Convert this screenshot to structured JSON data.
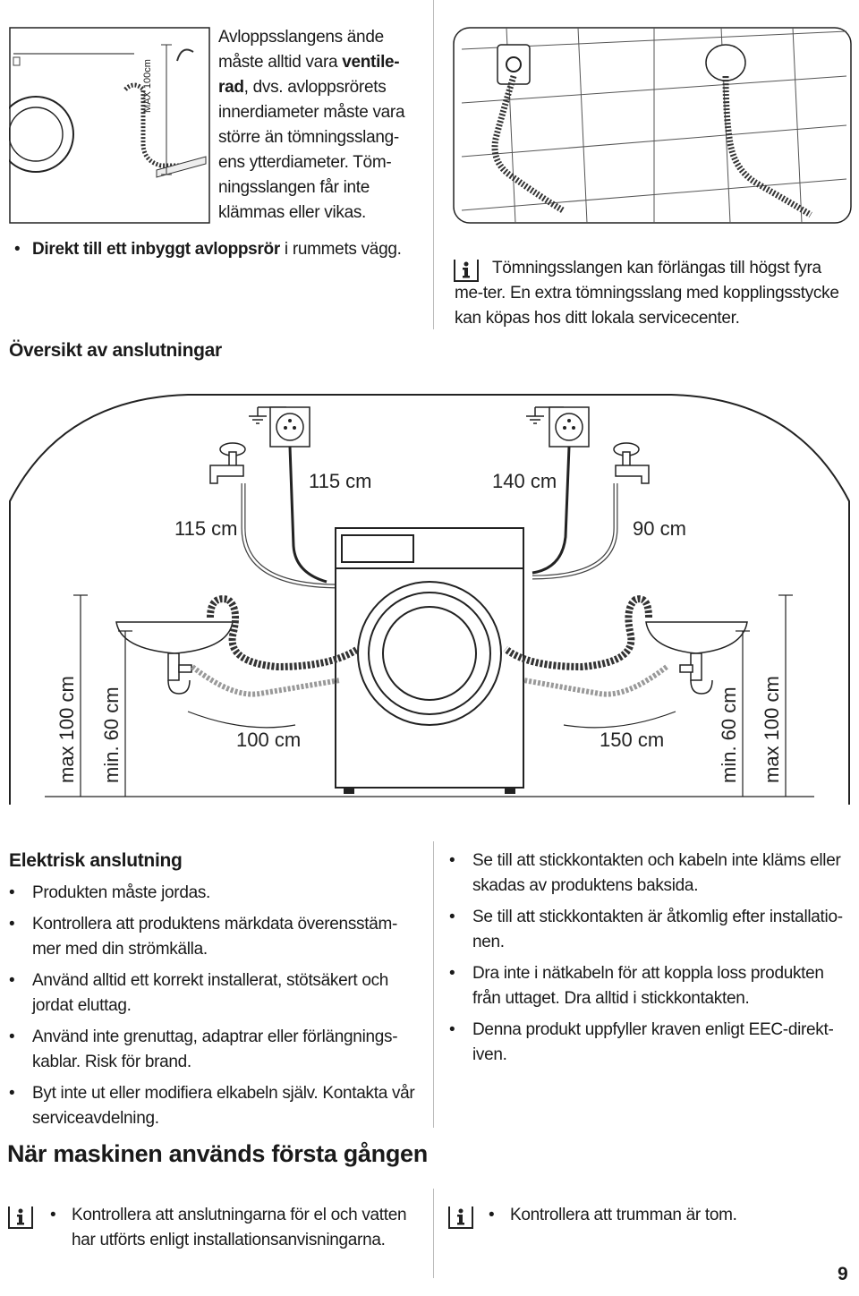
{
  "top_left": {
    "figure_label": "MAX 100cm",
    "para_parts": [
      "Avloppsslangens ände måste alltid vara ",
      "ventile-rad",
      ", dvs. avloppsrörets innerdiameter måste vara större än tömningsslang-ens ytterdiameter. Töm-ningsslangen får inte klämmas eller vikas."
    ],
    "bullet_bold": "Direkt till ett inbyggt avloppsrör",
    "bullet_rest": " i rummets vägg."
  },
  "overview_heading": "Översikt av anslutningar",
  "top_right": {
    "info_note": "Tömningsslangen kan förlängas till högst fyra me-ter. En extra tömningsslang med kopplingsstycke kan köpas hos ditt lokala servicecenter."
  },
  "diagram": {
    "labels": {
      "left_upper": "115 cm",
      "center_left": "115 cm",
      "center_right": "140 cm",
      "right_upper": "90 cm",
      "bottom_left": "100 cm",
      "bottom_right": "150 cm",
      "left_max": "max 100 cm",
      "left_min": "min. 60 cm",
      "right_min": "min. 60 cm",
      "right_max": "max 100 cm"
    }
  },
  "electrical": {
    "heading": "Elektrisk anslutning",
    "left_items": [
      "Produkten måste jordas.",
      "Kontrollera att produktens märkdata överensstäm-mer med din strömkälla.",
      "Använd alltid ett korrekt installerat, stötsäkert och jordat eluttag.",
      "Använd inte grenuttag, adaptrar eller förlängnings-kablar. Risk för brand.",
      "Byt inte ut eller modifiera elkabeln själv. Kontakta vår serviceavdelning."
    ],
    "right_items": [
      "Se till att stickkontakten och kabeln inte kläms eller skadas av produktens baksida.",
      "Se till att stickkontakten är åtkomlig efter installatio-nen.",
      "Dra inte i nätkabeln för att koppla loss produkten från uttaget. Dra alltid i stickkontakten.",
      "Denna produkt uppfyller kraven enligt EEC-direkt-iven."
    ]
  },
  "first_use": {
    "heading": "När maskinen används första gången",
    "left_note": "Kontrollera att anslutningarna för el och vatten har utförts enligt installationsanvisningarna.",
    "right_note": "Kontrollera att trumman är tom."
  },
  "page_number": "9",
  "icons": [
    "info-icon",
    "bullet-icon"
  ]
}
